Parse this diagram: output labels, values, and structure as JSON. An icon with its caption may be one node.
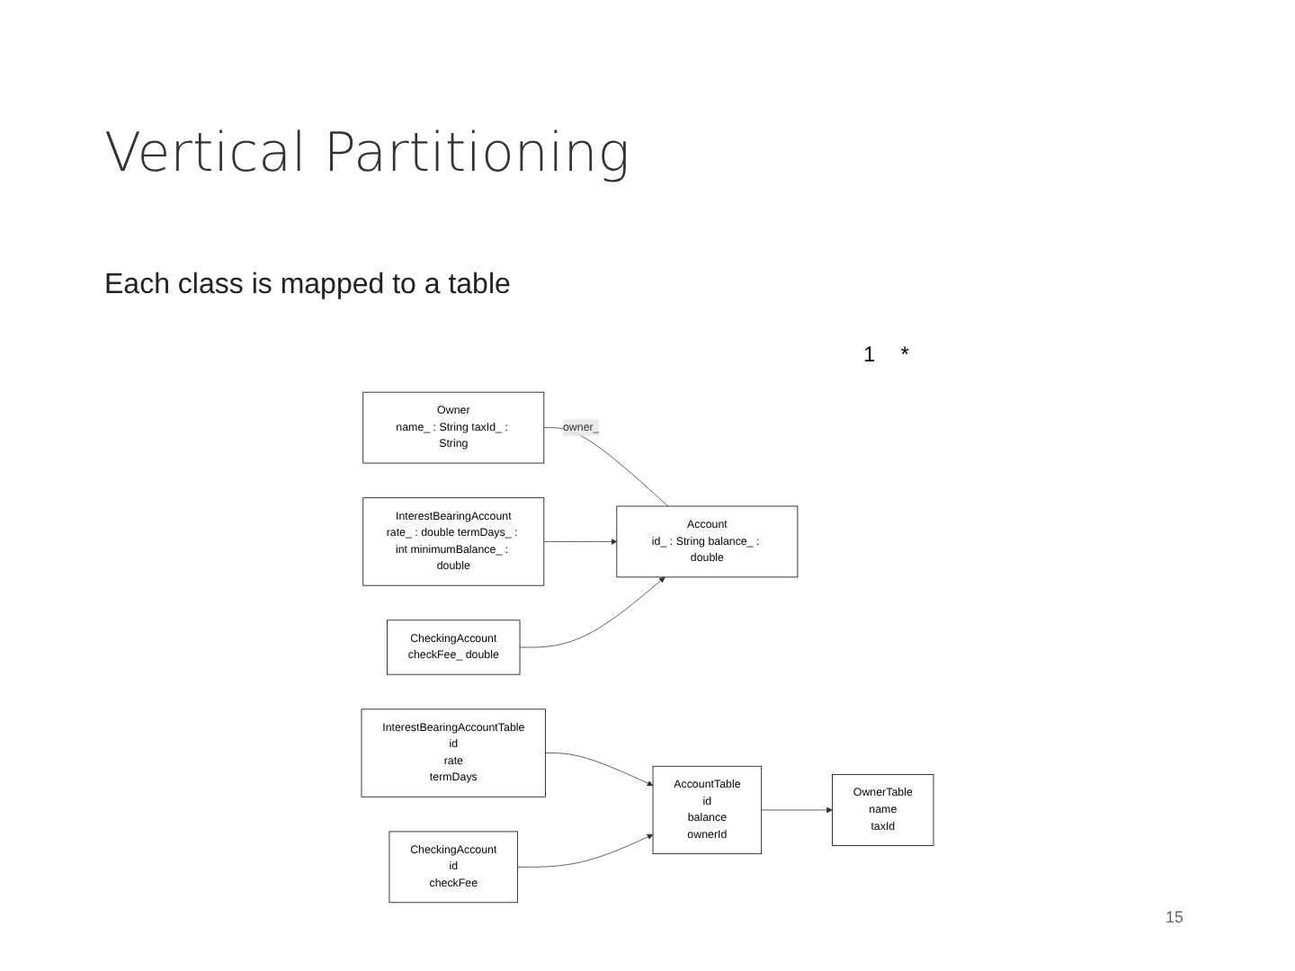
{
  "diagram": {
    "title": "Vertical Partitioning",
    "nodes": [
      {
        "text": [
          "Owner",
          "name_ : String taxId_ : String"
        ]
      },
      {
        "text": [
          "Account",
          "id_ : String balance_ : double"
        ]
      },
      {
        "text": [
          "InterestBearingAccount",
          "rate_ : double termDays_ : int minimumBalance_ : double"
        ]
      },
      {
        "text": [
          "CheckingAccount",
          "checkFee_ double"
        ]
      },
      {
        "text": [
          "OwnerTable",
          "name",
          "taxId"
        ]
      },
      {
        "text": [
          "AccountTable",
          "id",
          "balance",
          "ownerId"
        ]
      },
      {
        "text": [
          "InterestBearingAccountTable",
          "id",
          "rate",
          "termDays"
        ]
      },
      {
        "text": [
          "CheckingAccount",
          "id",
          "checkFee"
        ]
      }
    ],
    "edges": [
      {
        "from": 0,
        "to": 1,
        "arrow": "none",
        "label": "owner_"
      },
      {
        "from": 2,
        "to": 1,
        "arrow": "to"
      },
      {
        "from": 3,
        "to": 1,
        "arrow": "to"
      },
      {
        "from": 5,
        "to": 4,
        "arrow": "to"
      },
      {
        "from": 6,
        "to": 5,
        "arrow": "to"
      },
      {
        "from": 7,
        "to": 5,
        "arrow": "to"
      }
    ],
    "labels": [
      "Each class is mapped to a table",
      "1",
      "*",
      "15"
    ]
  }
}
